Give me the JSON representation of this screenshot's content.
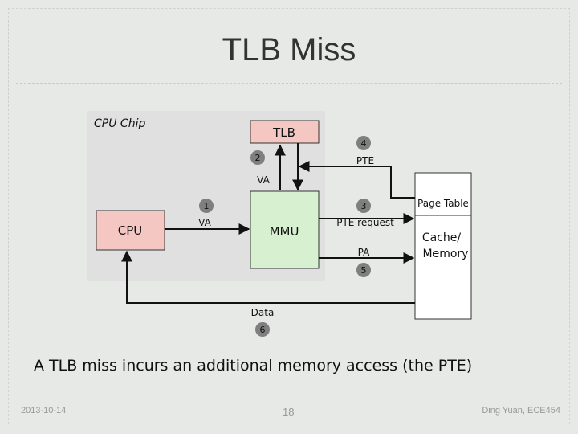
{
  "title": "TLB Miss",
  "diagram": {
    "chip_label": "CPU Chip",
    "cpu_label": "CPU",
    "tlb_label": "TLB",
    "mmu_label": "MMU",
    "memory": {
      "page_table_label": "Page Table",
      "cache_line1": "Cache/",
      "cache_line2": "Memory"
    },
    "edges": {
      "va_cpu_mmu": "VA",
      "va_tlb": "VA",
      "pte": "PTE",
      "pte_request": "PTE request",
      "pa": "PA",
      "data": "Data"
    },
    "steps": [
      "1",
      "2",
      "3",
      "4",
      "5",
      "6"
    ]
  },
  "caption": "A TLB miss incurs an additional memory access (the PTE)",
  "footer": {
    "date": "2013-10-14",
    "page": "18",
    "author": "Ding Yuan, ECE454"
  },
  "colors": {
    "chip_bg": "#e0e0e0",
    "cpu_fill": "#f4c7c3",
    "tlb_fill": "#f4c7c3",
    "mmu_fill": "#d6f0d0",
    "step_circle": "#7f7f7f"
  }
}
